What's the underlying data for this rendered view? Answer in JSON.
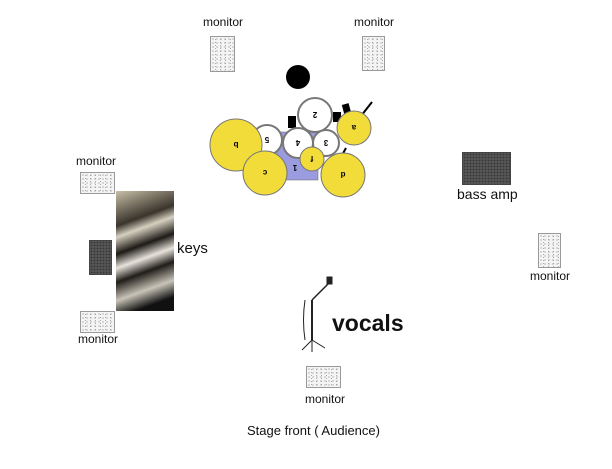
{
  "monitors": {
    "label": "monitor"
  },
  "instruments": {
    "bass_amp": "bass amp",
    "keys": "keys",
    "vocals": "vocals"
  },
  "drum_labels": [
    "a",
    "b",
    "c",
    "d",
    "f",
    "1",
    "2",
    "3",
    "4",
    "5"
  ],
  "footer": "Stage front ( Audience)",
  "colors": {
    "cymbal": "#f2dc3a",
    "riser": "#9b9be0"
  }
}
